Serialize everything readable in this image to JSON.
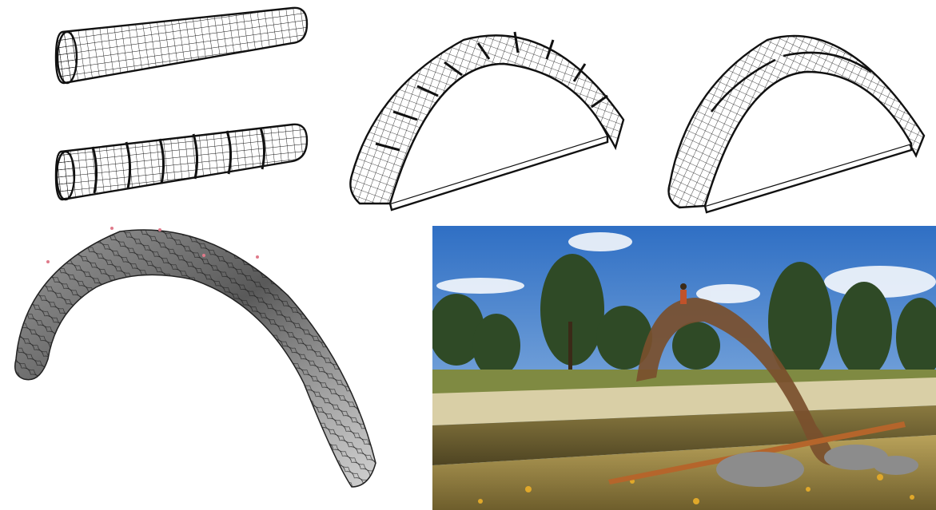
{
  "figure": {
    "panels": [
      {
        "id": "a",
        "subject": "straight-tube-wireframe"
      },
      {
        "id": "b",
        "subject": "segmented-tube-wireframe"
      },
      {
        "id": "c",
        "subject": "segmented-arch-wireframe"
      },
      {
        "id": "d",
        "subject": "continuous-arch-wireframe"
      },
      {
        "id": "e",
        "subject": "woven-arch-line-drawing"
      },
      {
        "id": "f",
        "subject": "rendered-woven-bridge-scene"
      }
    ],
    "colors": {
      "line": "#111111",
      "sky_top": "#2f6fc4",
      "sky_bottom": "#a9c9ea",
      "tree": "#2f4a26",
      "water": "#6a5a2c",
      "bank": "#d9cfa6",
      "ground": "#8a7a3c",
      "bridge": "#7a4f2c",
      "pole": "#b5652b",
      "rock": "#8c8c8c"
    }
  }
}
